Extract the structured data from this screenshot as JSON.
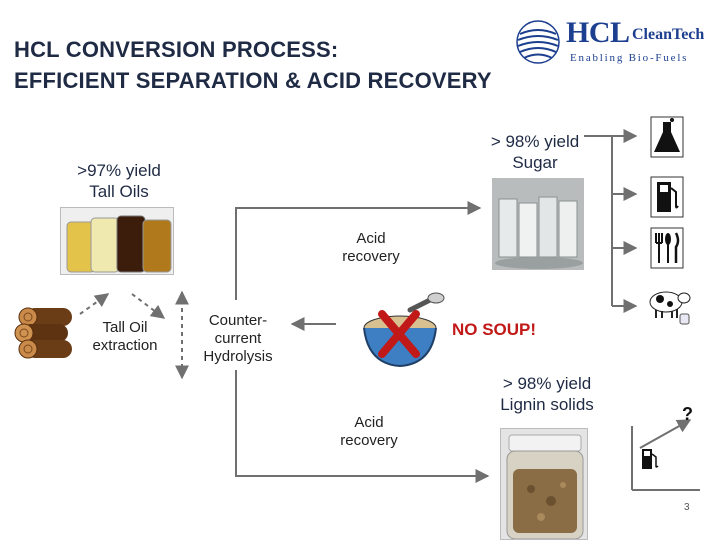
{
  "title": {
    "line1": "HCL CONVERSION PROCESS:",
    "line2": "EFFICIENT SEPARATION & ACID RECOVERY"
  },
  "logo": {
    "brand": "HCL",
    "brand_suffix": "CleanTech",
    "tagline": "Enabling Bio-Fuels"
  },
  "labels": {
    "sugar_yield": {
      "line1": "> 98% yield",
      "line2": "Sugar"
    },
    "oils_yield": {
      "line1": ">97% yield",
      "line2": "Tall Oils"
    },
    "acid_recovery_top": {
      "line1": "Acid",
      "line2": "recovery"
    },
    "tall_oil_extraction": {
      "line1": "Tall Oil",
      "line2": "extraction"
    },
    "hydrolysis": {
      "line1": "Counter-",
      "line2": "current",
      "line3": "Hydrolysis"
    },
    "no_soup": "NO SOUP!",
    "lignin_yield": {
      "line1": "> 98% yield",
      "line2": "Lignin solids"
    },
    "acid_recovery_bottom": {
      "line1": "Acid",
      "line2": "recovery"
    },
    "question": "?",
    "page_number": "3"
  },
  "icons": {
    "logs": "wood-logs-icon",
    "flask": "chemical-flask-icon",
    "fuel": "fuel-pump-icon",
    "food": "utensils-icon",
    "feed": "cow-icon",
    "no_symbol": "red-x-icon",
    "fuel_small": "fuel-pump-small-icon"
  },
  "colors": {
    "title": "#1f2a44",
    "brand": "#1d3f8f",
    "no_soup": "#c11818",
    "lines": "#707070"
  }
}
